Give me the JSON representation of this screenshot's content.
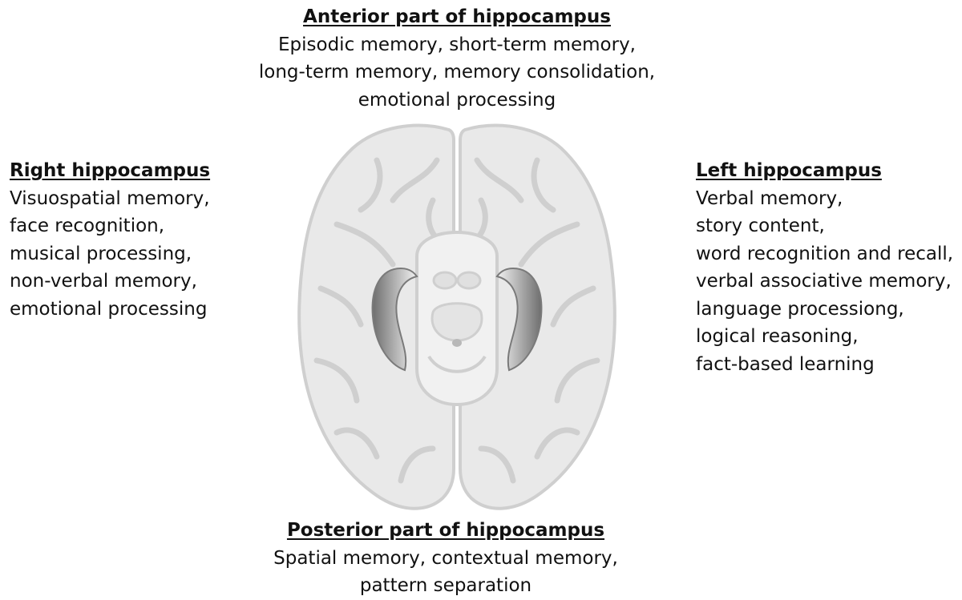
{
  "anterior": {
    "heading": "Anterior part of hippocampus",
    "lines": [
      "Episodic memory, short-term memory,",
      "long-term memory, memory consolidation,",
      "emotional processing"
    ]
  },
  "right": {
    "heading": "Right hippocampus",
    "lines": [
      "Visuospatial memory,",
      "face recognition,",
      "musical processing,",
      "non-verbal memory,",
      "emotional processing"
    ]
  },
  "left": {
    "heading": "Left hippocampus",
    "lines": [
      "Verbal memory,",
      "story content,",
      "word recognition and recall,",
      "verbal associative memory,",
      "language processiong,",
      "logical reasoning,",
      "fact-based learning"
    ]
  },
  "posterior": {
    "heading": "Posterior part of hippocampus",
    "lines": [
      "Spatial memory, contextual memory,",
      "pattern separation"
    ]
  },
  "colors": {
    "brain_fill": "#e9e9e9",
    "brain_outline": "#cfcfcf",
    "hippocampus_fill": "#8a8a8a",
    "text": "#111111"
  }
}
